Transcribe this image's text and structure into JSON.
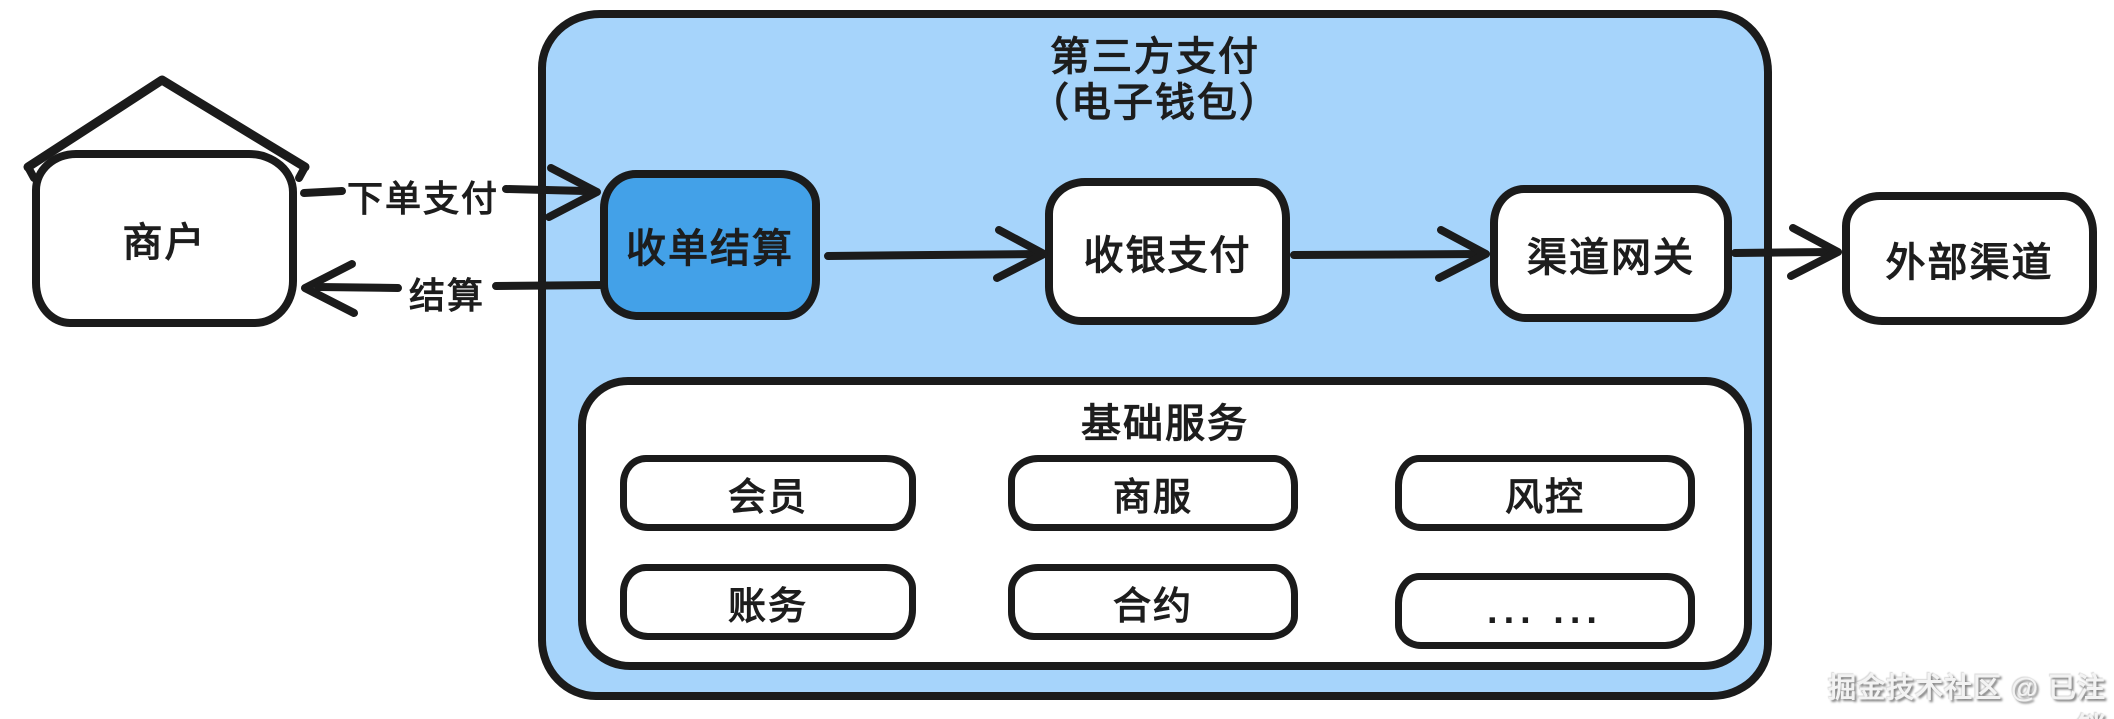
{
  "diagram": {
    "merchant": {
      "label": "商户"
    },
    "wallet_container": {
      "title_line1": "第三方支付",
      "title_line2": "（电子钱包）"
    },
    "flow": {
      "acquiring": "收单结算",
      "cashier": "收银支付",
      "gateway": "渠道网关",
      "external": "外部渠道"
    },
    "edges": {
      "order_pay": "下单支付",
      "settlement": "结算"
    },
    "base_services": {
      "title": "基础服务",
      "items": [
        "会员",
        "商服",
        "风控",
        "账务",
        "合约",
        "... ..."
      ]
    },
    "watermark": "掘金技术社区 @ 已注销",
    "colors": {
      "container_fill": "#a6d4fb",
      "highlight_fill": "#43a1e8",
      "stroke": "#1b1b1b"
    }
  }
}
